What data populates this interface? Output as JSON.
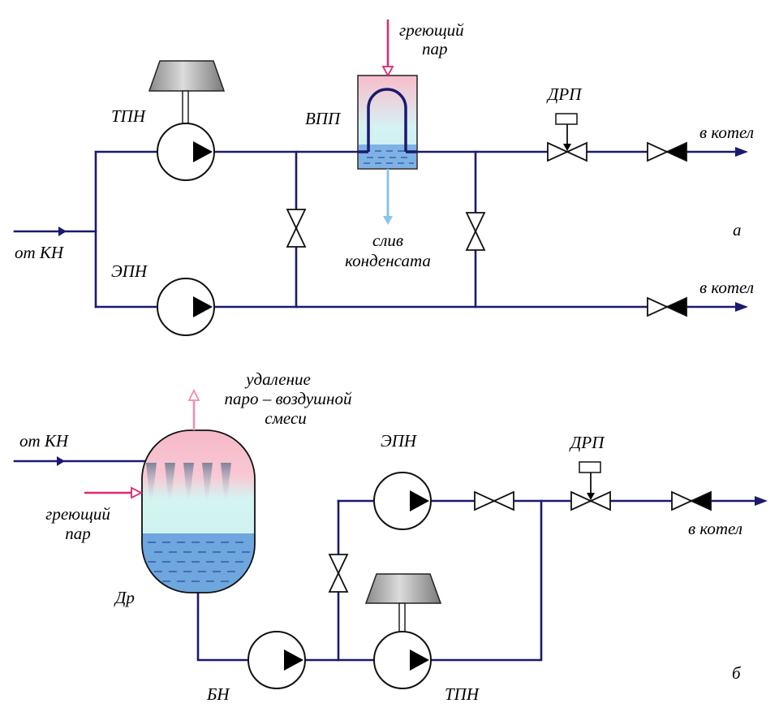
{
  "diagram": {
    "a": {
      "tag": "а",
      "from_condensate_pump": "от  КН",
      "turbine_feed_pump": "ТПН",
      "electric_feed_pump": "ЭПН",
      "heater": "ВПП",
      "heating_steam_line1": "греющий",
      "heating_steam_line2": "пар",
      "condensate_drain_line1": "слив",
      "condensate_drain_line2": "конденсата",
      "pressure_valve": "ДРП",
      "to_boiler_top": "в  котел",
      "to_boiler_bottom": "в  котел"
    },
    "b": {
      "tag": "б",
      "from_condensate_pump": "от  КН",
      "heating_steam_line1": "греющий",
      "heating_steam_line2": "пар",
      "air_removal_line1": "удаление",
      "air_removal_line2": "паро – воздушной",
      "air_removal_line3": "смеси",
      "deaerator": "Др",
      "booster_pump": "БН",
      "electric_feed_pump": "ЭПН",
      "turbine_feed_pump": "ТПН",
      "pressure_valve": "ДРП",
      "to_boiler": "в  котел"
    },
    "colors": {
      "pipe": "#1a1a6e",
      "steam_arrow": "#e0266e",
      "drain_arrow": "#88c4ec",
      "air_arrow": "#f08cb0",
      "water": "#6ea6de",
      "steam_zone": "#f4b8c8",
      "mid_zone": "#c8f2ee"
    }
  }
}
